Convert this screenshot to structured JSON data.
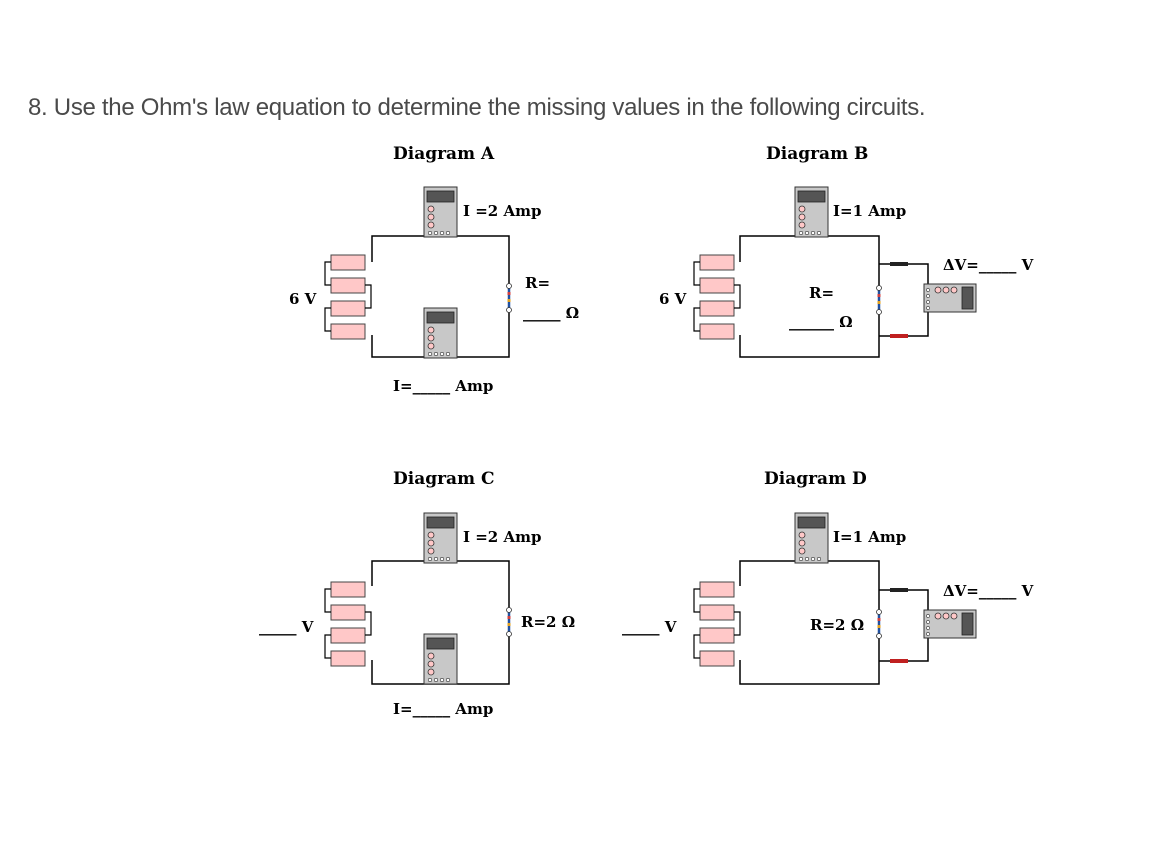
{
  "question": "8. Use the Ohm's law equation to determine the missing values in the following circuits.",
  "diagrams": {
    "A": {
      "title": "Diagram A",
      "top_meter": "I =2 Amp",
      "battery": "6 V",
      "resistor_label": "R=",
      "resistor_blank": "_____ Ω",
      "bottom_meter_label": "I=_____ Amp"
    },
    "B": {
      "title": "Diagram B",
      "top_meter": "I=1 Amp",
      "battery": "6 V",
      "resistor_label": "R=",
      "resistor_blank": "______ Ω",
      "voltmeter_label": "ΔV=_____ V"
    },
    "C": {
      "title": "Diagram C",
      "top_meter": "I =2 Amp",
      "battery": "_____ V",
      "resistor_label": "R=2 Ω",
      "bottom_meter_label": "I=_____ Amp"
    },
    "D": {
      "title": "Diagram D",
      "top_meter": "I=1 Amp",
      "battery": "_____ V",
      "resistor_label": "R=2 Ω",
      "voltmeter_label": "ΔV=_____ V"
    }
  }
}
